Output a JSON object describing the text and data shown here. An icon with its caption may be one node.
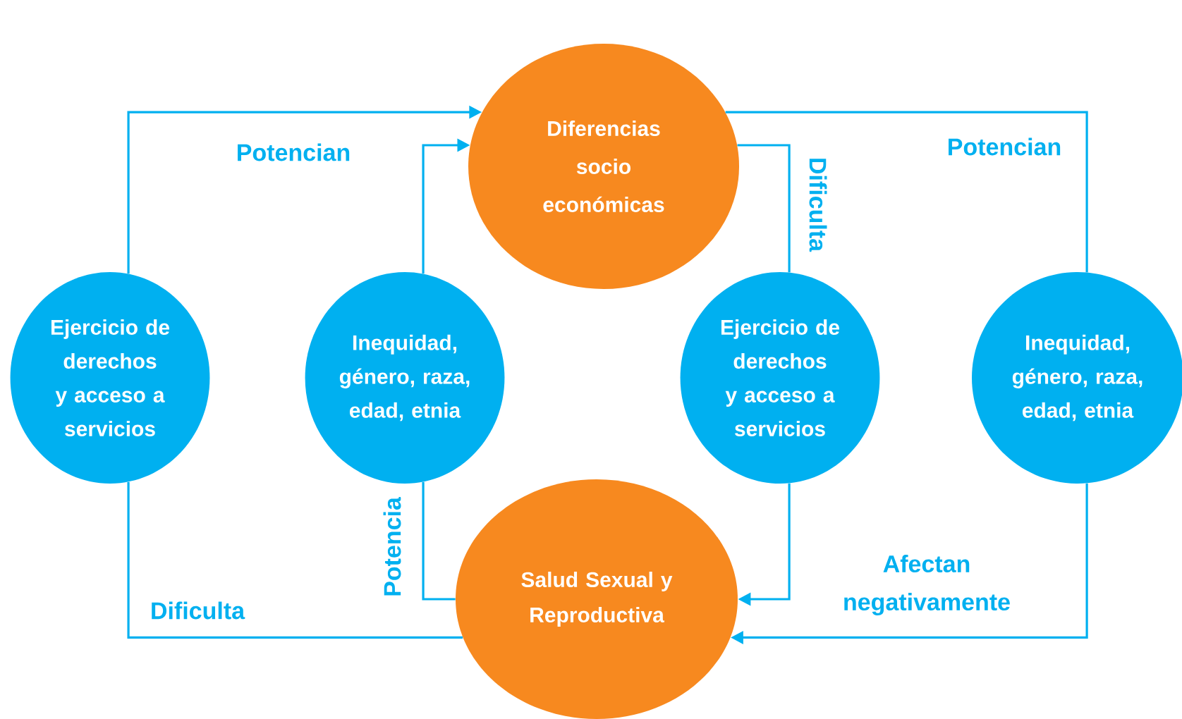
{
  "diagram": {
    "nodes": [
      {
        "text": [
          "Diferencias socio económicas"
        ]
      },
      {
        "text": [
          "Ejercicio de derechos y acceso a servicios"
        ]
      },
      {
        "text": [
          "Inequidad, género, raza, edad, etnia"
        ]
      },
      {
        "text": [
          "Ejercicio de derechos y acceso a servicios"
        ]
      },
      {
        "text": [
          "Inequidad, género, raza, edad, etnia"
        ]
      },
      {
        "text": [
          "Salud Sexual y Reproductiva"
        ]
      }
    ],
    "edges": [
      {
        "from": 1,
        "to": 0,
        "arrow": "to",
        "label": "Potencian"
      },
      {
        "from": 2,
        "to": 0,
        "arrow": "to"
      },
      {
        "from": 0,
        "to": 4,
        "arrow": "none",
        "label": "Potencian"
      },
      {
        "from": 0,
        "to": 3,
        "arrow": "none",
        "label": "Dificulta"
      },
      {
        "from": 1,
        "to": 5,
        "arrow": "none",
        "label": "Dificulta"
      },
      {
        "from": 2,
        "to": 5,
        "arrow": "none",
        "label": "Potencia"
      },
      {
        "from": 3,
        "to": 5,
        "arrow": "to"
      },
      {
        "from": 4,
        "to": 5,
        "arrow": "to",
        "label": "Afectan negativamente"
      }
    ]
  }
}
